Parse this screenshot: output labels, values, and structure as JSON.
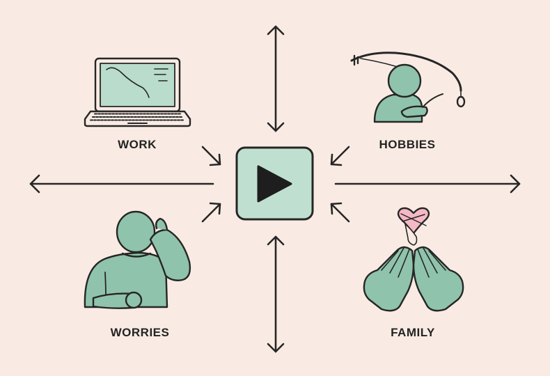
{
  "labels": {
    "work": "WORK",
    "hobbies": "HOBBIES",
    "worries": "WORRIES",
    "family": "FAMILY"
  },
  "icons": {
    "center": "play-button-icon",
    "work": "laptop-icon",
    "hobbies": "person-fishing-rod-icon",
    "worries": "worried-person-icon",
    "family": "hands-holding-heart-icon"
  },
  "colors": {
    "background": "#f9ebe3",
    "icon_fill": "#8fc3ac",
    "screen_fill": "#b9dccc",
    "heart_fill": "#f4b9c4",
    "stroke": "#262626"
  }
}
